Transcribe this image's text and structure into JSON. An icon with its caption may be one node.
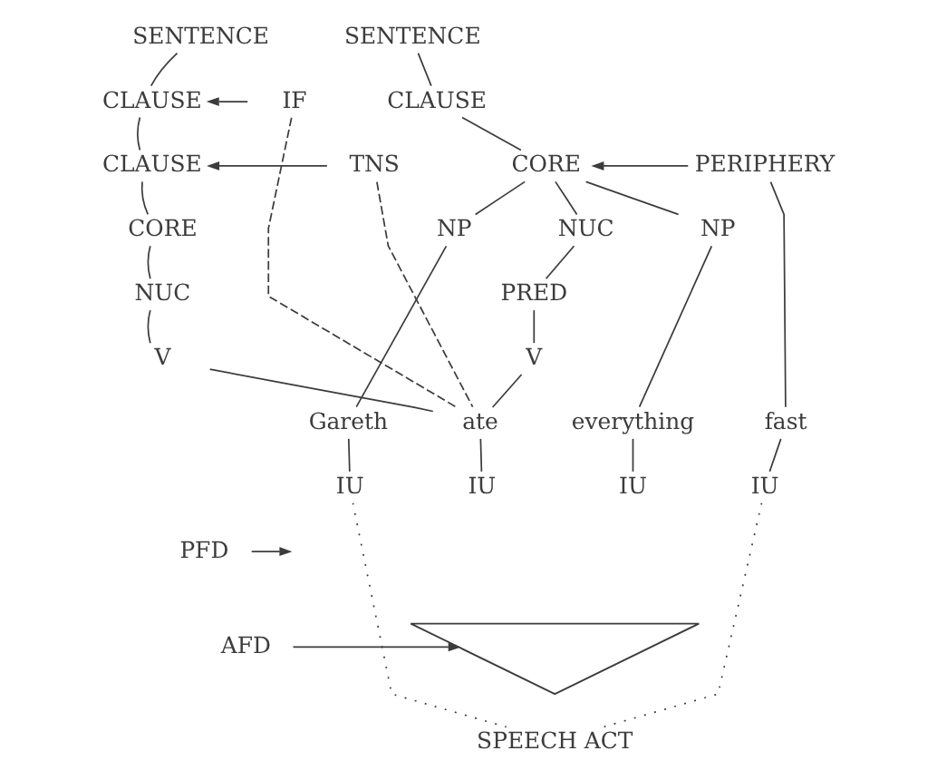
{
  "diagram": {
    "nodes": [
      {
        "text": [
          "SENTENCE"
        ]
      },
      {
        "text": [
          "SENTENCE"
        ]
      },
      {
        "text": [
          "CLAUSE"
        ]
      },
      {
        "text": [
          "IF"
        ]
      },
      {
        "text": [
          "CLAUSE"
        ]
      },
      {
        "text": [
          "CLAUSE"
        ]
      },
      {
        "text": [
          "TNS"
        ]
      },
      {
        "text": [
          "CORE"
        ]
      },
      {
        "text": [
          "PERIPHERY"
        ]
      },
      {
        "text": [
          "CORE"
        ]
      },
      {
        "text": [
          "NP"
        ]
      },
      {
        "text": [
          "NUC"
        ]
      },
      {
        "text": [
          "NP"
        ]
      },
      {
        "text": [
          "NUC"
        ]
      },
      {
        "text": [
          "PRED"
        ]
      },
      {
        "text": [
          "V"
        ]
      },
      {
        "text": [
          "V"
        ]
      },
      {
        "text": [
          "Gareth"
        ]
      },
      {
        "text": [
          "ate"
        ]
      },
      {
        "text": [
          "everything"
        ]
      },
      {
        "text": [
          "fast"
        ]
      },
      {
        "text": [
          "IU"
        ]
      },
      {
        "text": [
          "IU"
        ]
      },
      {
        "text": [
          "IU"
        ]
      },
      {
        "text": [
          "IU"
        ]
      },
      {
        "text": [],
        "shape": "triangle"
      },
      {
        "text": [
          "PFD"
        ]
      },
      {
        "text": [
          "AFD"
        ]
      },
      {
        "text": [
          "SPEECH ACT"
        ]
      }
    ],
    "edges": [
      {
        "from": 0,
        "to": 2,
        "arrow": "none"
      },
      {
        "from": 3,
        "to": 2,
        "arrow": "to"
      },
      {
        "from": 1,
        "to": 4,
        "arrow": "none"
      },
      {
        "from": 2,
        "to": 5,
        "arrow": "none"
      },
      {
        "from": 6,
        "to": 5,
        "arrow": "to"
      },
      {
        "from": 4,
        "to": 7,
        "arrow": "none"
      },
      {
        "from": 8,
        "to": 7,
        "arrow": "to"
      },
      {
        "from": 5,
        "to": 9,
        "arrow": "none"
      },
      {
        "from": 7,
        "to": 10,
        "arrow": "none"
      },
      {
        "from": 7,
        "to": 11,
        "arrow": "none"
      },
      {
        "from": 7,
        "to": 12,
        "arrow": "none"
      },
      {
        "from": 9,
        "to": 13,
        "arrow": "none"
      },
      {
        "from": 11,
        "to": 14,
        "arrow": "none"
      },
      {
        "from": 13,
        "to": 15,
        "arrow": "none"
      },
      {
        "from": 14,
        "to": 16,
        "arrow": "none"
      },
      {
        "from": 10,
        "to": 17,
        "arrow": "none"
      },
      {
        "from": 15,
        "to": 18,
        "arrow": "none"
      },
      {
        "from": 3,
        "to": 18,
        "arrow": "none",
        "style": "dashed"
      },
      {
        "from": 6,
        "to": 18,
        "arrow": "none",
        "style": "dashed"
      },
      {
        "from": 16,
        "to": 18,
        "arrow": "none"
      },
      {
        "from": 12,
        "to": 19,
        "arrow": "none"
      },
      {
        "from": 8,
        "to": 20,
        "arrow": "none"
      },
      {
        "from": 17,
        "to": 21,
        "arrow": "none"
      },
      {
        "from": 18,
        "to": 22,
        "arrow": "none"
      },
      {
        "from": 19,
        "to": 23,
        "arrow": "none"
      },
      {
        "from": 20,
        "to": 24,
        "arrow": "none"
      },
      {
        "from": 21,
        "to": 28,
        "arrow": "none",
        "style": "dashed"
      },
      {
        "from": 24,
        "to": 28,
        "arrow": "none",
        "style": "dashed"
      },
      {
        "from": 26,
        "to": null,
        "arrow": "to"
      },
      {
        "from": 27,
        "to": 25,
        "arrow": "to"
      }
    ]
  }
}
